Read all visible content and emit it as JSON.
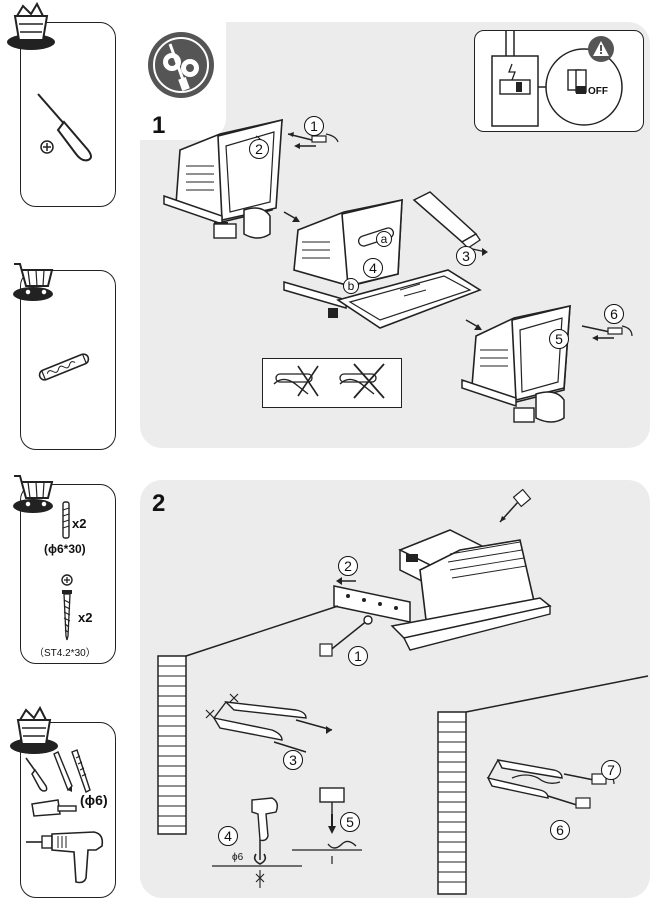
{
  "step1": {
    "number": "1",
    "callouts": [
      "1",
      "2",
      "3",
      "4",
      "5",
      "6",
      "a",
      "b"
    ],
    "switch_label": "OFF"
  },
  "step2": {
    "number": "2",
    "callouts": [
      "1",
      "2",
      "3",
      "4",
      "5",
      "6",
      "7"
    ],
    "drill_size_label": "ϕ6"
  },
  "sidebar": {
    "parts_anchor_qty": "x2",
    "parts_anchor_size": "(ϕ6*30)",
    "parts_screw_qty": "x2",
    "parts_screw_size": "（ST4.2*30）",
    "tools_drill_size": "(ϕ6)"
  },
  "icons": {
    "tools_box": "toolbox-icon",
    "cart": "shopping-cart-icon",
    "warning": "warning-triangle-icon",
    "gears": "gears-tools-icon"
  },
  "colors": {
    "panel_bg": "#ececec",
    "line": "#111111",
    "icon_badge": "#555555"
  }
}
